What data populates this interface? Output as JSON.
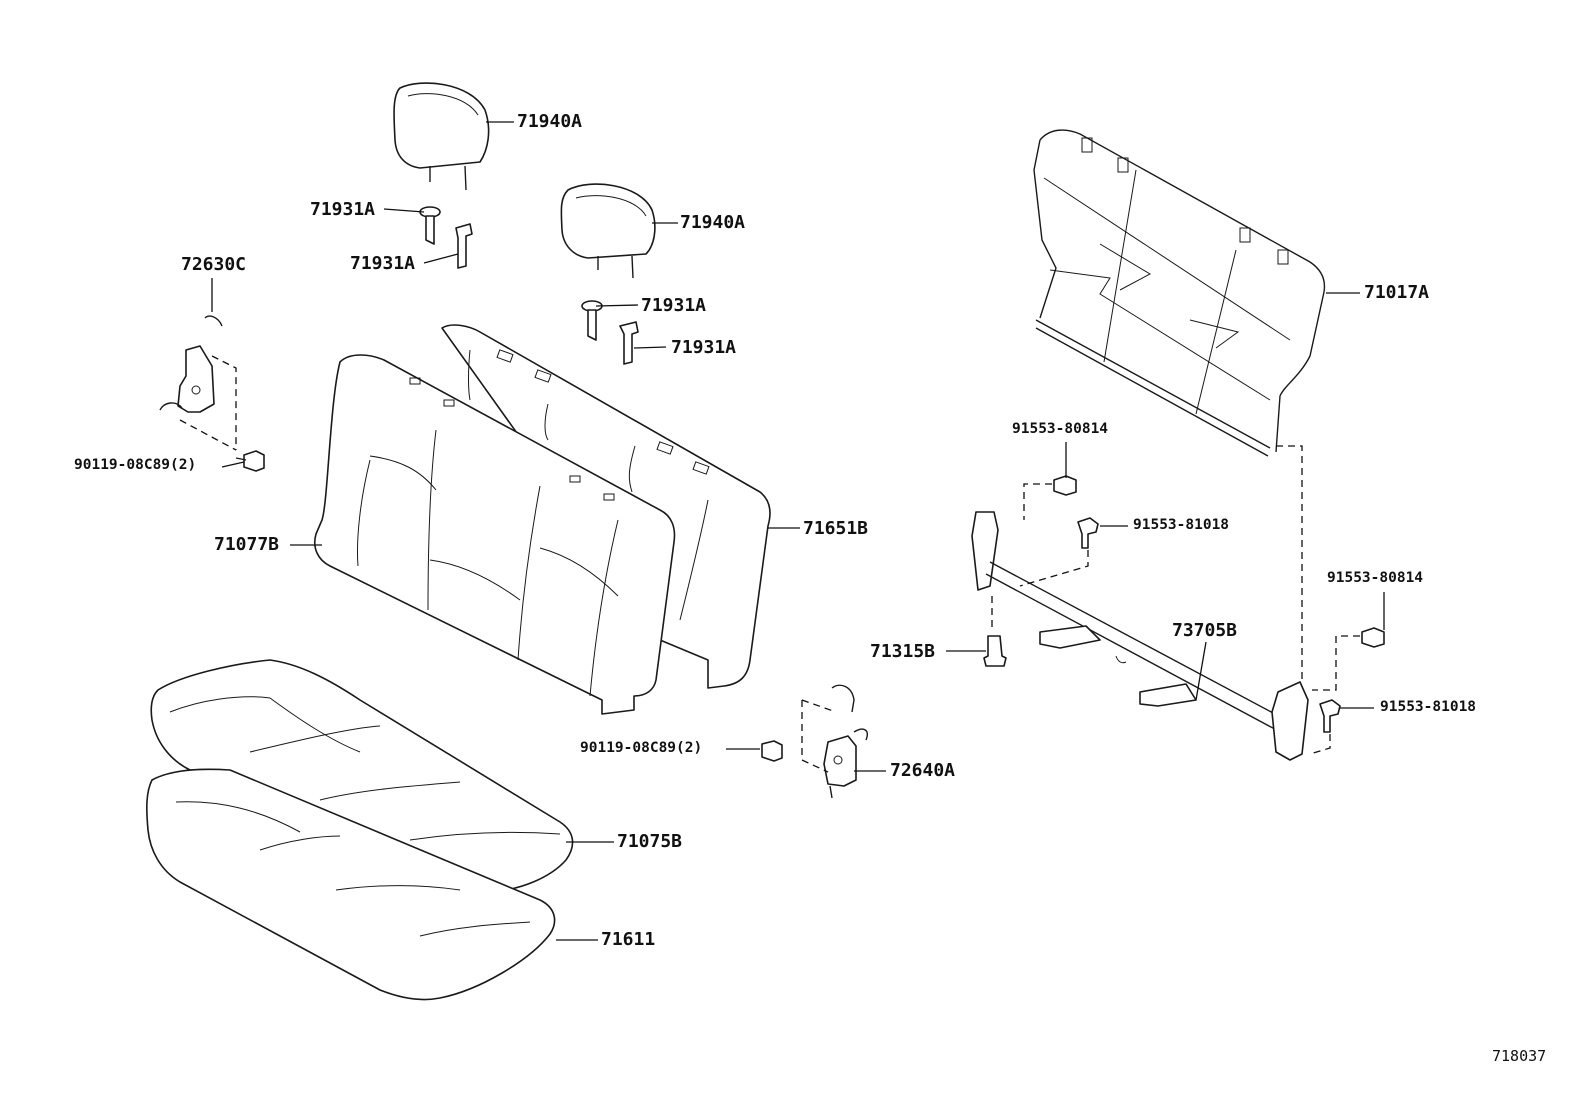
{
  "diagram": {
    "ref_code": "718037",
    "labels": {
      "headrest_upper": "71940A",
      "headrest_lower": "71940A",
      "support_1": "71931A",
      "support_2": "71931A",
      "support_3": "71931A",
      "support_4": "71931A",
      "hinge_left": "72630C",
      "bolt_left": "90119-08C89(2)",
      "seatback_front": "71077B",
      "seatback_rear": "71651B",
      "bolt_center": "90119-08C89(2)",
      "hinge_right": "72640A",
      "cushion_cover": "71075B",
      "cushion_pad": "71611",
      "frame": "71017A",
      "bolt_r1": "91553-80814",
      "bolt_r2": "91553-81018",
      "bolt_r3": "91553-80814",
      "bolt_r4": "91553-81018",
      "pin": "71315B",
      "cross_rod": "73705B"
    }
  }
}
